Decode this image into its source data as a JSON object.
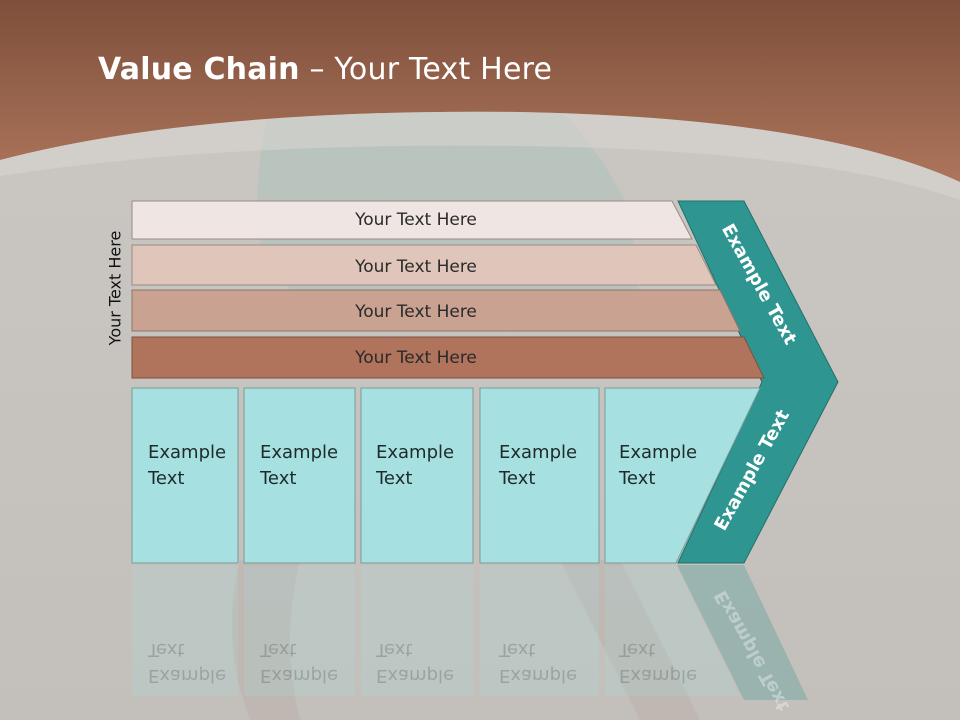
{
  "slide": {
    "title_bold": "Value Chain",
    "title_rest": " – Your Text Here",
    "side_label": "Your Text Here"
  },
  "bars": [
    {
      "label": "Your Text Here",
      "color": "#efe6e3"
    },
    {
      "label": "Your Text Here",
      "color": "#e0c6ba"
    },
    {
      "label": "Your Text Here",
      "color": "#c9a292"
    },
    {
      "label": "Your Text Here",
      "color": "#b0735b"
    }
  ],
  "columns": [
    {
      "line1": "Example",
      "line2": "Text"
    },
    {
      "line1": "Example",
      "line2": "Text"
    },
    {
      "line1": "Example",
      "line2": "Text"
    },
    {
      "line1": "Example",
      "line2": "Text"
    },
    {
      "line1": "Example",
      "line2": "Text"
    }
  ],
  "chevron": {
    "upper_text": "Example Text",
    "lower_text": "Example Text",
    "color": "#2e9590"
  },
  "colors": {
    "header_brown": "#a86f55",
    "column_fill": "#a6e0e0",
    "background": "#c6c2bd"
  }
}
